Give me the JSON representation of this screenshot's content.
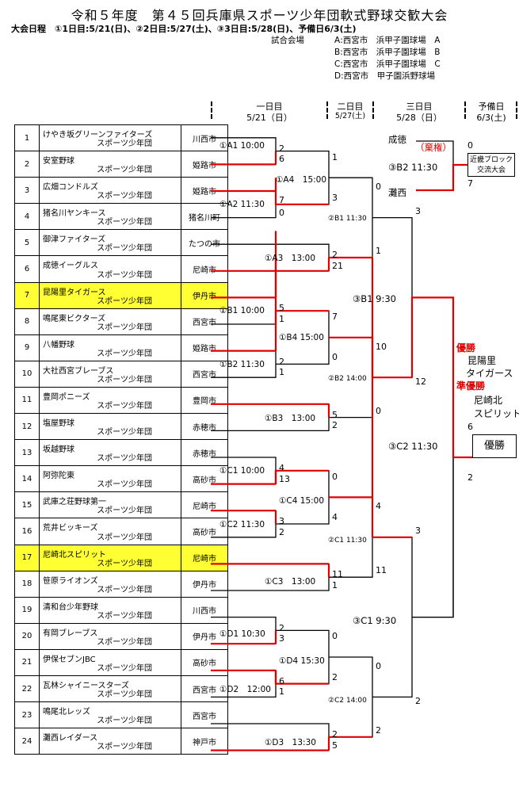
{
  "title": "令和５年度　第４５回兵庫県スポーツ少年団軟式野球交歓大会",
  "schedule": "大会日程　①1日目:5/21(日)、②2日目:5/27(土)、③3日目:5/28(日)、予備日6/3(土)",
  "venues": {
    "heading": "試合会場",
    "list": [
      {
        "code": "A",
        "place": ":西宮市　浜甲子園球場　A"
      },
      {
        "code": "B",
        "place": ":西宮市　浜甲子園球場　B"
      },
      {
        "code": "C",
        "place": ":西宮市　浜甲子園球場　C"
      },
      {
        "code": "D",
        "place": ":西宮市　甲子園浜野球場"
      }
    ]
  },
  "days": [
    {
      "name": "一日目",
      "date": "5/21（日）"
    },
    {
      "name": "二日目",
      "date": "5/27(土)"
    },
    {
      "name": "三日目",
      "date": "5/28（日）"
    },
    {
      "name": "予備日",
      "date": "6/3(土)"
    }
  ],
  "teams": [
    {
      "no": "1",
      "name": "けやき坂グリーンファイターズ",
      "suffix": "スポーツ少年団",
      "city": "川西市"
    },
    {
      "no": "2",
      "name": "安室野球",
      "suffix": "スポーツ少年団",
      "city": "姫路市"
    },
    {
      "no": "3",
      "name": "広畑コンドルズ",
      "suffix": "スポーツ少年団",
      "city": "姫路市"
    },
    {
      "no": "4",
      "name": "猪名川ヤンキース",
      "suffix": "スポーツ少年団",
      "city": "猪名川町"
    },
    {
      "no": "5",
      "name": "御津ファイターズ",
      "suffix": "スポーツ少年団",
      "city": "たつの市"
    },
    {
      "no": "6",
      "name": "成徳イーグルス",
      "suffix": "スポーツ少年団",
      "city": "尼崎市"
    },
    {
      "no": "7",
      "name": "昆陽里タイガース",
      "suffix": "スポーツ少年団",
      "city": "伊丹市"
    },
    {
      "no": "8",
      "name": "鳴尾東ビクターズ",
      "suffix": "スポーツ少年団",
      "city": "西宮市"
    },
    {
      "no": "9",
      "name": "八幡野球",
      "suffix": "スポーツ少年団",
      "city": "姫路市"
    },
    {
      "no": "10",
      "name": "大社西宮ブレーブス",
      "suffix": "スポーツ少年団",
      "city": "西宮市"
    },
    {
      "no": "11",
      "name": "豊岡ポニーズ",
      "suffix": "スポーツ少年団",
      "city": "豊岡市"
    },
    {
      "no": "12",
      "name": "塩屋野球",
      "suffix": "スポーツ少年団",
      "city": "赤穂市"
    },
    {
      "no": "13",
      "name": "坂越野球",
      "suffix": "スポーツ少年団",
      "city": "赤穂市"
    },
    {
      "no": "14",
      "name": "阿弥陀東",
      "suffix": "スポーツ少年団",
      "city": "高砂市"
    },
    {
      "no": "15",
      "name": "武庫之荘野球第一",
      "suffix": "スポーツ少年団",
      "city": "尼崎市"
    },
    {
      "no": "16",
      "name": "荒井ビッキーズ",
      "suffix": "スポーツ少年団",
      "city": "高砂市"
    },
    {
      "no": "17",
      "name": "尼崎北スピリット",
      "suffix": "スポーツ少年団",
      "city": "尼崎市"
    },
    {
      "no": "18",
      "name": "笹原ライオンズ",
      "suffix": "スポーツ少年団",
      "city": "伊丹市"
    },
    {
      "no": "19",
      "name": "清和台少年野球",
      "suffix": "スポーツ少年団",
      "city": "川西市"
    },
    {
      "no": "20",
      "name": "有岡ブレーブス",
      "suffix": "スポーツ少年団",
      "city": "伊丹市"
    },
    {
      "no": "21",
      "name": "伊保セブンJBC",
      "suffix": "スポーツ少年団",
      "city": "高砂市"
    },
    {
      "no": "22",
      "name": "瓦林シャイニースターズ",
      "suffix": "スポーツ少年団",
      "city": "西宮市"
    },
    {
      "no": "23",
      "name": "鳴尾北レッズ",
      "suffix": "スポーツ少年団",
      "city": "西宮市"
    },
    {
      "no": "24",
      "name": "灘西レイダース",
      "suffix": "スポーツ少年団",
      "city": "神戸市"
    }
  ],
  "highlight_color": "#ffff33",
  "win_line_color": "#e00000",
  "games": {
    "r1": [
      "①A1 10:00",
      "①A2 11:30",
      "①A3　13:00",
      "①B1 10:00",
      "①B2 11:30",
      "①B3　13:00",
      "①C1 10:00",
      "①C2 11:30",
      "①C3　13:00",
      "①D1 10:30",
      "①D2　12:00",
      "①D3　13:30"
    ],
    "r2": [
      "①A4　15:00",
      "①B4 15:00",
      "①C4 15:00",
      "①D4 15:30"
    ],
    "r3": [
      "②B1 11:30",
      "②B2 14:00",
      "②C1 11:30",
      "②C2 14:00"
    ],
    "r4": [
      "③B1 9:30",
      "③C1 9:30"
    ],
    "final": "③C2 11:30",
    "third": "③B2 11:30"
  },
  "scores": {
    "A1": [
      "2",
      "6"
    ],
    "A2": [
      "7",
      "0"
    ],
    "A3": [
      "2",
      "21"
    ],
    "A4": [
      "1",
      "3"
    ],
    "B1": [
      "5",
      "1"
    ],
    "B2": [
      "2",
      "1"
    ],
    "B3": [
      "5",
      "2"
    ],
    "B4": [
      "7",
      "0"
    ],
    "C1": [
      "4",
      "13"
    ],
    "C2": [
      "3",
      "2"
    ],
    "C3": [
      "11",
      "1"
    ],
    "C4": [
      "0",
      "4"
    ],
    "D1": [
      "2",
      "3"
    ],
    "D2": [
      "6",
      "1"
    ],
    "D3": [
      "2",
      "5"
    ],
    "D4": [
      "0",
      "2"
    ],
    "R2B1": [
      "0",
      "1"
    ],
    "R2B2": [
      "10",
      "0"
    ],
    "R2C1": [
      "4",
      "11"
    ],
    "R2C2": [
      "0",
      "2"
    ],
    "R3B1": [
      "3",
      "12"
    ],
    "R3C1": [
      "3",
      "2"
    ],
    "F": [
      "6",
      "2"
    ],
    "T": [
      "0",
      "7"
    ]
  },
  "third_match": {
    "team1": "成徳",
    "forfeit": "（棄権）",
    "team2": "灘西",
    "box": [
      "近畿ブロック",
      "交流大会"
    ]
  },
  "results": {
    "champion_label": "優勝",
    "champion": [
      "昆陽里",
      "タイガース"
    ],
    "runner_label": "準優勝",
    "runner": [
      "尼崎北",
      "スピリット"
    ],
    "final_box": "優勝"
  }
}
